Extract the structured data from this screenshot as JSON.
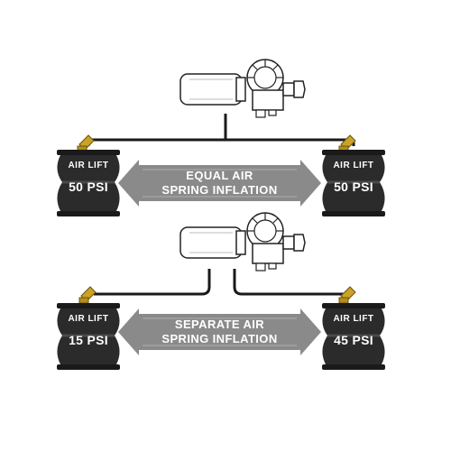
{
  "brand": "AIR LIFT",
  "top": {
    "caption_line1": "EQUAL AIR",
    "caption_line2": "SPRING INFLATION",
    "left_psi": "50 PSI",
    "right_psi": "50 PSI"
  },
  "bottom": {
    "caption_line1": "SEPARATE AIR",
    "caption_line2": "SPRING INFLATION",
    "left_psi": "15 PSI",
    "right_psi": "45 PSI"
  },
  "colors": {
    "bag": "#2b2b2b",
    "bag_ridge": "#4a4a4a",
    "banner": "#8a8a8a",
    "line": "#1a1a1a",
    "fitting": "#c9a227"
  }
}
